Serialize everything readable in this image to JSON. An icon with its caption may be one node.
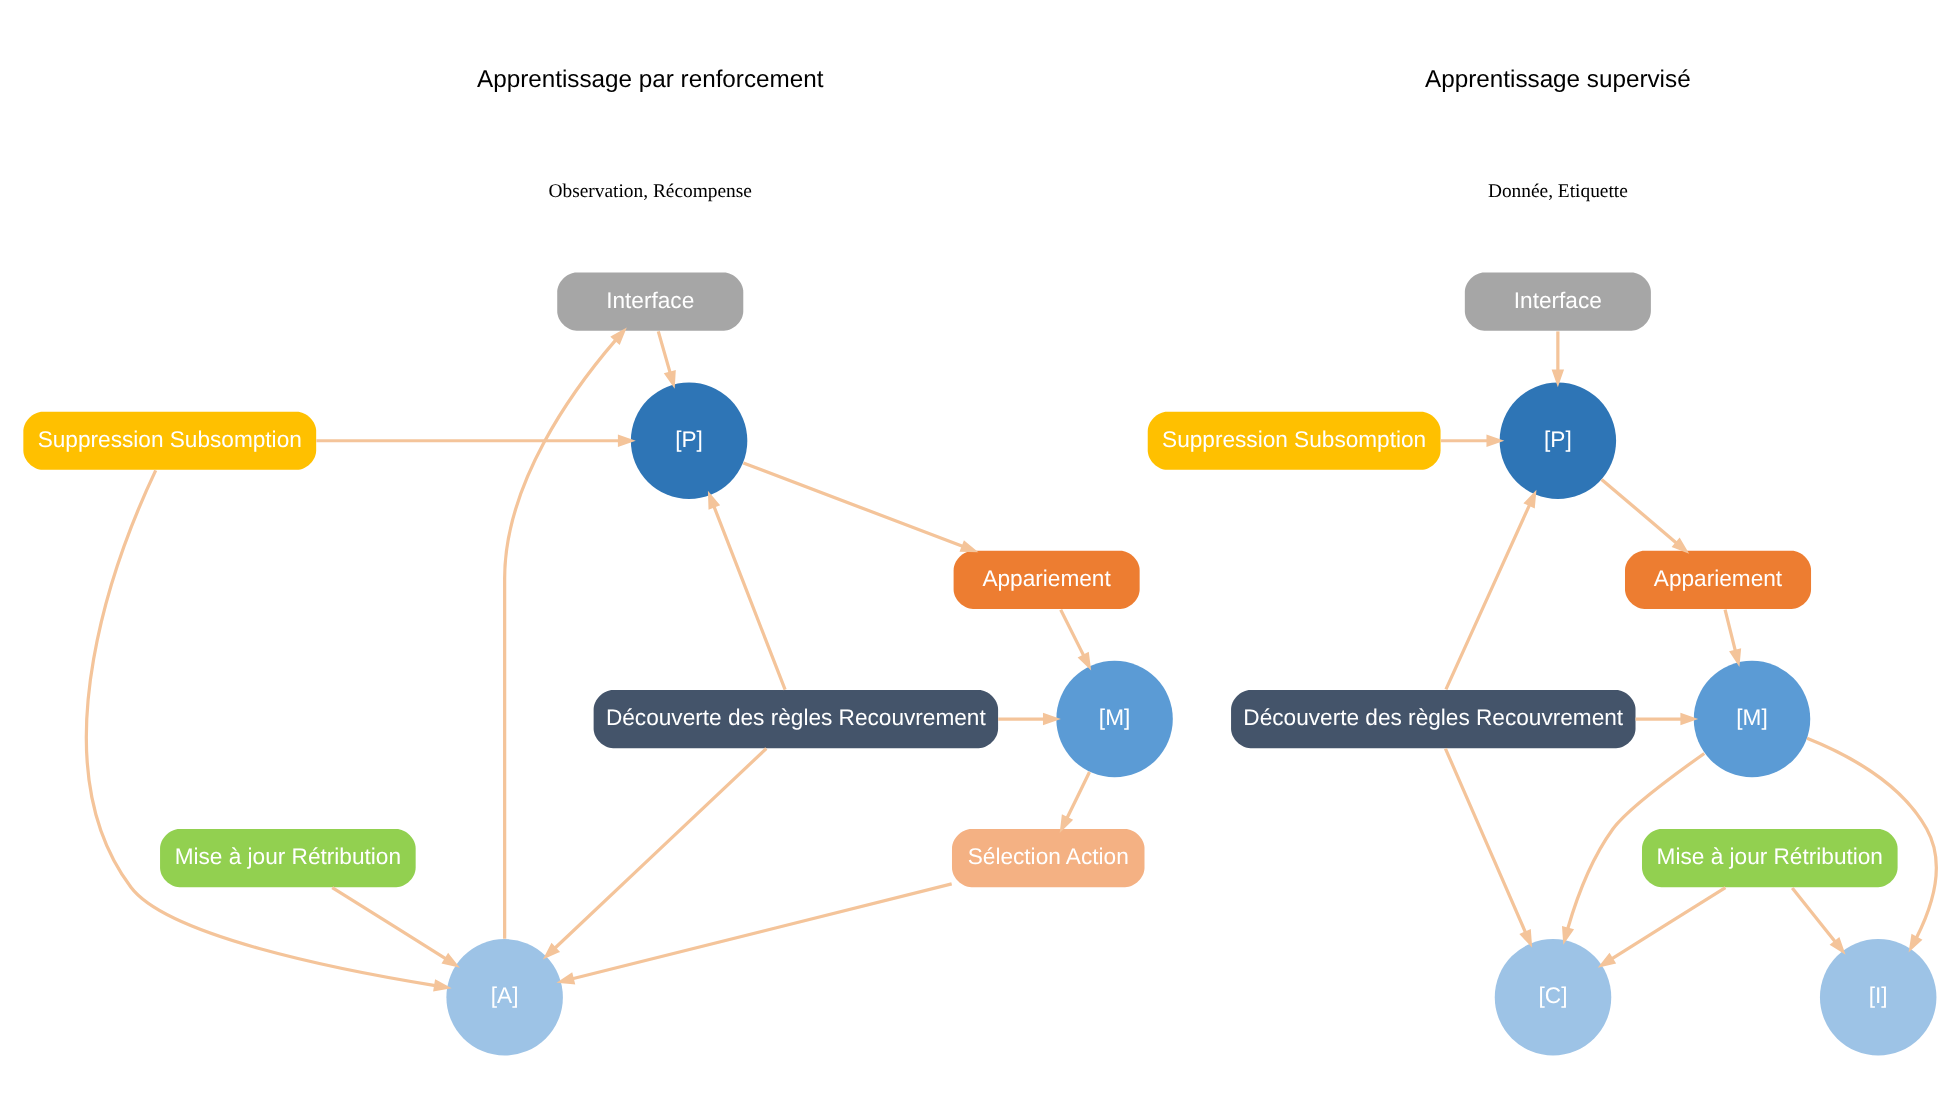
{
  "diagram": {
    "nodes": [
      {
        "text": [
          "Interface"
        ],
        "beside": [
          "Observation, Récompense"
        ]
      },
      {
        "text": [
          "Suppression Subsomption"
        ]
      },
      {
        "text": [
          "[P]"
        ]
      },
      {
        "text": [
          "Appariement"
        ]
      },
      {
        "text": [
          "Découverte des règles Recouvrement"
        ]
      },
      {
        "text": [
          "[M]"
        ]
      },
      {
        "text": [
          "Sélection Action"
        ]
      },
      {
        "text": [
          "[A]"
        ]
      },
      {
        "text": [
          "Mise à jour Rétribution"
        ]
      },
      {
        "text": [
          "Interface"
        ],
        "beside": [
          "Donnée, Etiquette"
        ]
      },
      {
        "text": [
          "[P]"
        ]
      },
      {
        "text": [
          "Suppression Subsomption"
        ]
      },
      {
        "text": [
          "Appariement"
        ]
      },
      {
        "text": [
          "[M]"
        ]
      },
      {
        "text": [
          "Découverte des règles Recouvrement"
        ]
      },
      {
        "text": [
          "[I]"
        ]
      },
      {
        "text": [
          "[C]"
        ]
      },
      {
        "text": [
          "Mise à jour Rétribution"
        ]
      }
    ],
    "edges": [
      {
        "from": 0,
        "to": 2,
        "arrow": "to"
      },
      {
        "from": 1,
        "to": 2,
        "arrow": "to"
      },
      {
        "from": 2,
        "to": 3,
        "arrow": "to"
      },
      {
        "from": 3,
        "to": 5,
        "arrow": "to"
      },
      {
        "from": 4,
        "to": 2,
        "arrow": "to"
      },
      {
        "from": 4,
        "to": 5,
        "arrow": "to"
      },
      {
        "from": 4,
        "to": 7,
        "arrow": "to"
      },
      {
        "from": 5,
        "to": 6,
        "arrow": "to"
      },
      {
        "from": 6,
        "to": 7,
        "arrow": "to"
      },
      {
        "from": 7,
        "to": 0,
        "arrow": "to"
      },
      {
        "from": 1,
        "to": 7,
        "arrow": "to"
      },
      {
        "from": 8,
        "to": 7,
        "arrow": "to"
      },
      {
        "from": 9,
        "to": 10,
        "arrow": "to"
      },
      {
        "from": 11,
        "to": 10,
        "arrow": "to"
      },
      {
        "from": 10,
        "to": 12,
        "arrow": "to"
      },
      {
        "from": 12,
        "to": 13,
        "arrow": "to"
      },
      {
        "from": 14,
        "to": 10,
        "arrow": "to"
      },
      {
        "from": 14,
        "to": 13,
        "arrow": "to"
      },
      {
        "from": 13,
        "to": 15,
        "arrow": "to"
      },
      {
        "from": 13,
        "to": 16,
        "arrow": "to"
      },
      {
        "from": 14,
        "to": 16,
        "arrow": "to"
      },
      {
        "from": 17,
        "to": 15,
        "arrow": "to"
      },
      {
        "from": 17,
        "to": 16,
        "arrow": "to"
      }
    ],
    "labels": [
      "Apprentissage par renforcement",
      "Apprentissage supervisé"
    ]
  }
}
